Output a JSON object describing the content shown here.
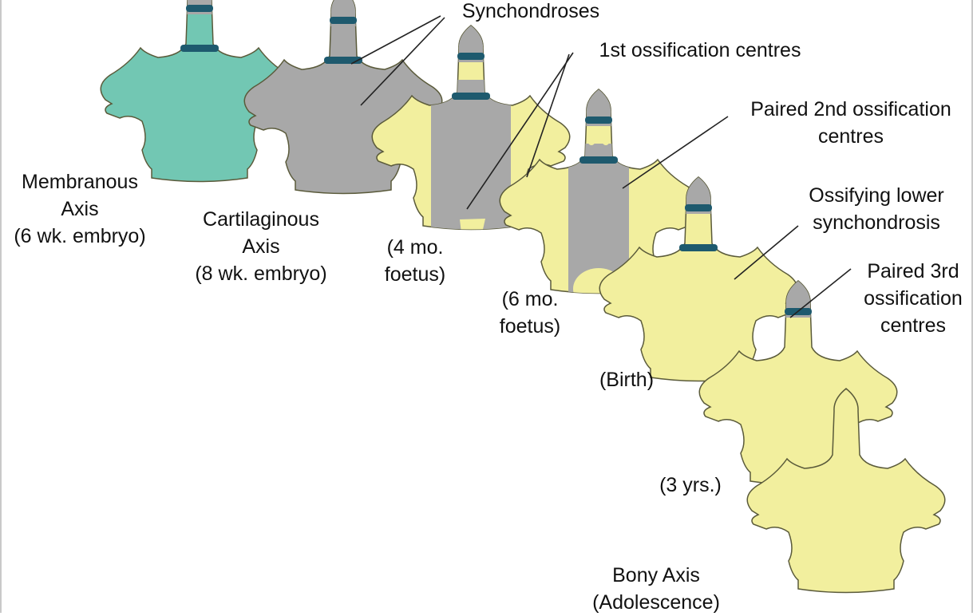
{
  "stages": [
    {
      "id": "membranous",
      "lines": [
        "Membranous",
        "Axis",
        "(6 wk. embryo)"
      ],
      "style": "membranous"
    },
    {
      "id": "cartilaginous",
      "lines": [
        "Cartilaginous",
        "Axis",
        "(8 wk. embryo)"
      ],
      "style": "cartilage"
    },
    {
      "id": "4mo",
      "lines": [
        "(4 mo.",
        "foetus)"
      ],
      "style": "primary"
    },
    {
      "id": "6mo",
      "lines": [
        "(6 mo.",
        "foetus)"
      ],
      "style": "secondary"
    },
    {
      "id": "birth",
      "lines": [
        "(Birth)"
      ],
      "style": "birth"
    },
    {
      "id": "3yrs",
      "lines": [
        "(3 yrs.)"
      ],
      "style": "third"
    },
    {
      "id": "bony",
      "lines": [
        "Bony Axis",
        "(Adolescence)"
      ],
      "style": "bony"
    }
  ],
  "callouts": [
    {
      "id": "synchondroses",
      "lines": [
        "Synchondroses"
      ]
    },
    {
      "id": "first-ossification",
      "lines": [
        "1st ossification centres"
      ]
    },
    {
      "id": "paired-second",
      "lines": [
        "Paired 2nd ossification",
        "centres"
      ]
    },
    {
      "id": "ossifying-lower",
      "lines": [
        "Ossifying lower",
        "synchondrosis"
      ]
    },
    {
      "id": "paired-third",
      "lines": [
        "Paired 3rd",
        "ossification",
        "centres"
      ]
    }
  ],
  "colors": {
    "membranous": "#72c7b3",
    "cartilage": "#a8a8a8",
    "bone": "#f2ef9e",
    "synchondrosis_band": "#1e5a6e",
    "outline": "#5a5a3a",
    "leader_line": "#222222"
  }
}
